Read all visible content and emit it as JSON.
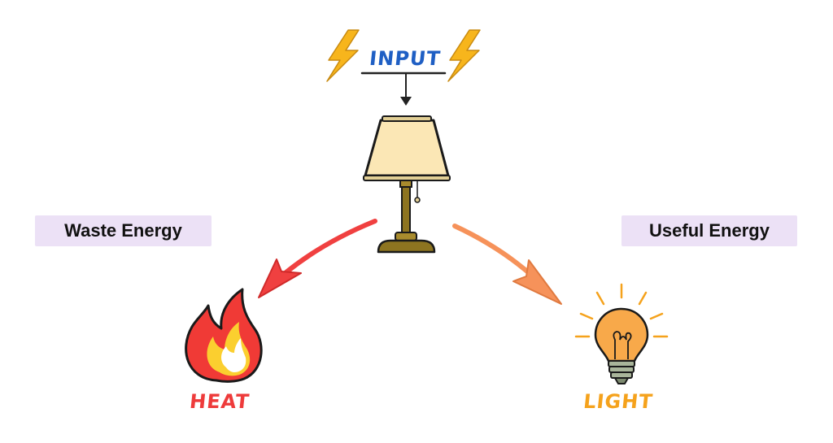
{
  "diagram": {
    "input_label": "INPUT",
    "waste_label": "Waste Energy",
    "useful_label": "Useful Energy",
    "heat_label": "HEAT",
    "light_label": "LIGHT"
  },
  "icons": [
    "lightning-bolt-icon",
    "table-lamp-icon",
    "fire-icon",
    "light-bulb-icon"
  ],
  "colors": {
    "input_text": "#1f5fc4",
    "heat_text": "#ee3b3b",
    "light_text": "#f5a21c",
    "tag_bg": "#ece1f6",
    "waste_arrow": "#f04040",
    "useful_arrow": "#f6925a",
    "lamp_shade": "#fbe7b5",
    "lamp_brass": "#8d7420",
    "bolt": "#f7b51c"
  }
}
